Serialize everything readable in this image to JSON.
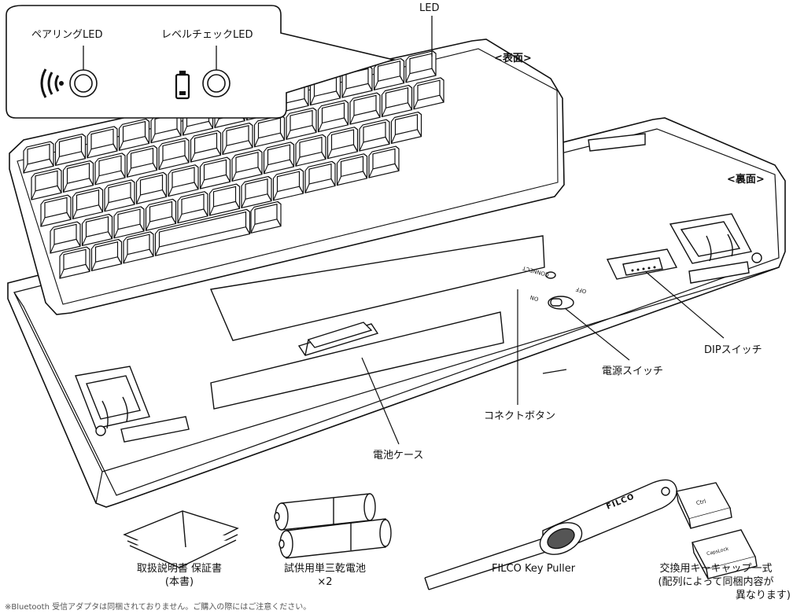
{
  "labels": {
    "pairing_led": "ペアリングLED",
    "level_check_led": "レベルチェックLED",
    "led": "LED",
    "front_side": "<表面>",
    "back_side": "<裏面>",
    "connect_print": "CONNECT",
    "off_print": "OFF",
    "on_print": "ON",
    "dip_switch": "DIPスイッチ",
    "power_switch": "電源スイッチ",
    "connect_button": "コネクトボタン",
    "battery_case": "電池ケース",
    "manual_line1": "取扱説明書 保証書",
    "manual_line2": "(本書)",
    "batteries_line1": "試供用単三乾電池",
    "batteries_line2": "×2",
    "key_puller": "FILCO Key Puller",
    "puller_brand": "FILCO",
    "keycaps_line1": "交換用キーキャップ一式",
    "keycaps_line2": "(配列によって同梱内容が",
    "keycaps_line3": "異なります)",
    "keycap_ctrl": "Ctrl",
    "keycap_capslock": "CapsLock",
    "footnote": "※Bluetooth 受信アダプタは同梱されておりません。ご購入の際にはご注意ください。"
  },
  "icons": {
    "pairing": "wireless-signal-icon",
    "level": "battery-level-icon"
  }
}
